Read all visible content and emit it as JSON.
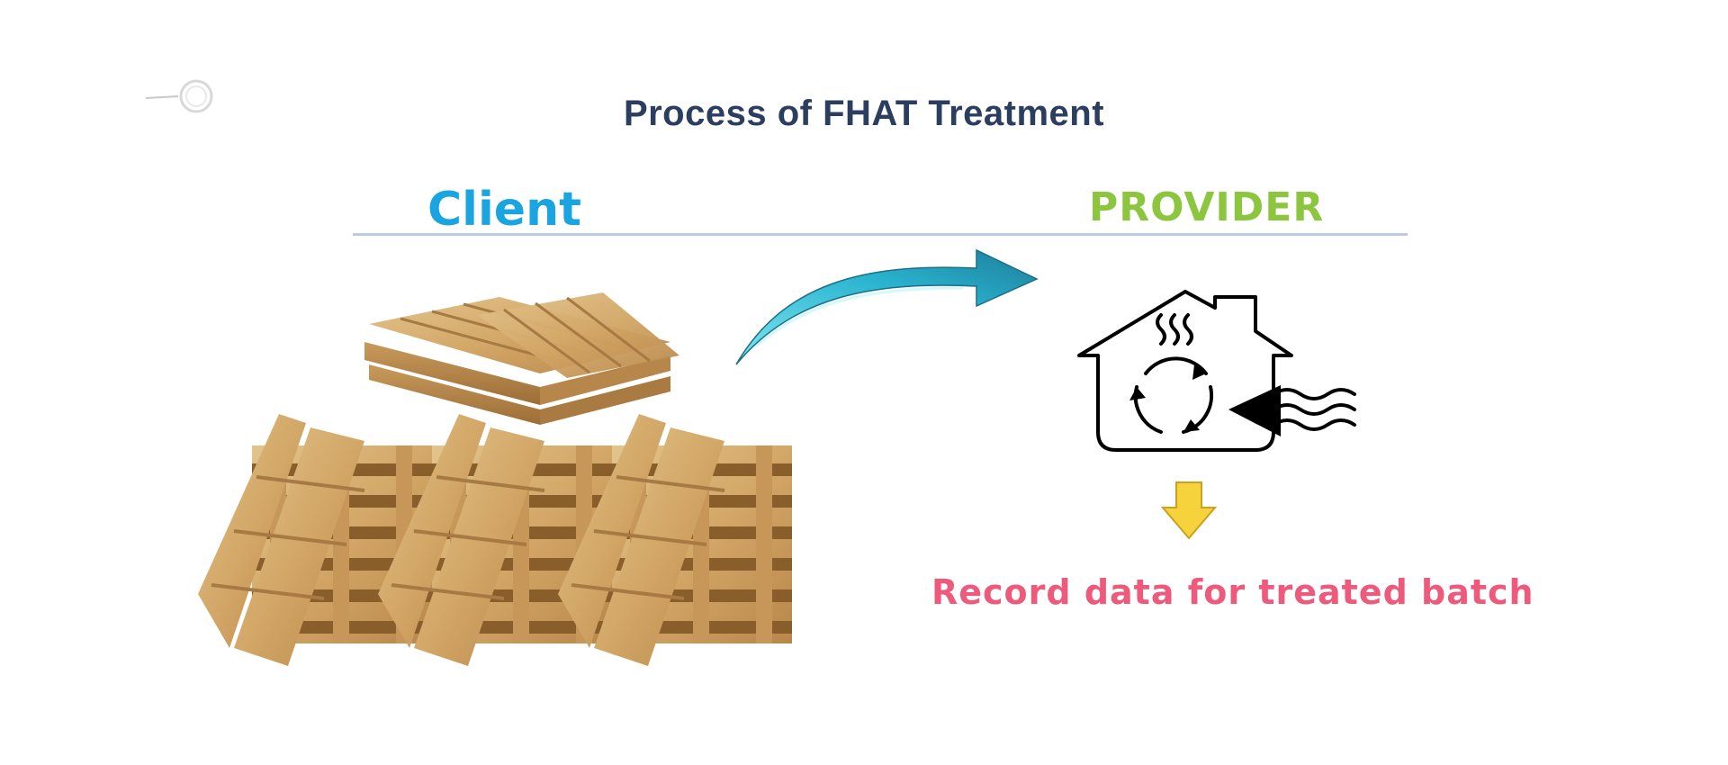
{
  "slide": {
    "title": "Process of FHAT Treatment",
    "client_label": "Client",
    "provider_label": "PROVIDER",
    "record_label": "Record data for treated batch"
  },
  "icons": {
    "logo": "magnifier-logo-icon",
    "pallets": "wooden-pallets-image",
    "flow_arrow": "curved-arrow-icon",
    "treatment": "heat-treatment-house-icon",
    "down_arrow": "down-arrow-icon"
  },
  "colors": {
    "title": "#2b3e5f",
    "client": "#1aa5e0",
    "provider": "#8cc63f",
    "record": "#ee5a7b",
    "flow_arrow": "#27a9c6",
    "down_arrow": "#f6d23c",
    "divider": "#b9cbe3"
  }
}
